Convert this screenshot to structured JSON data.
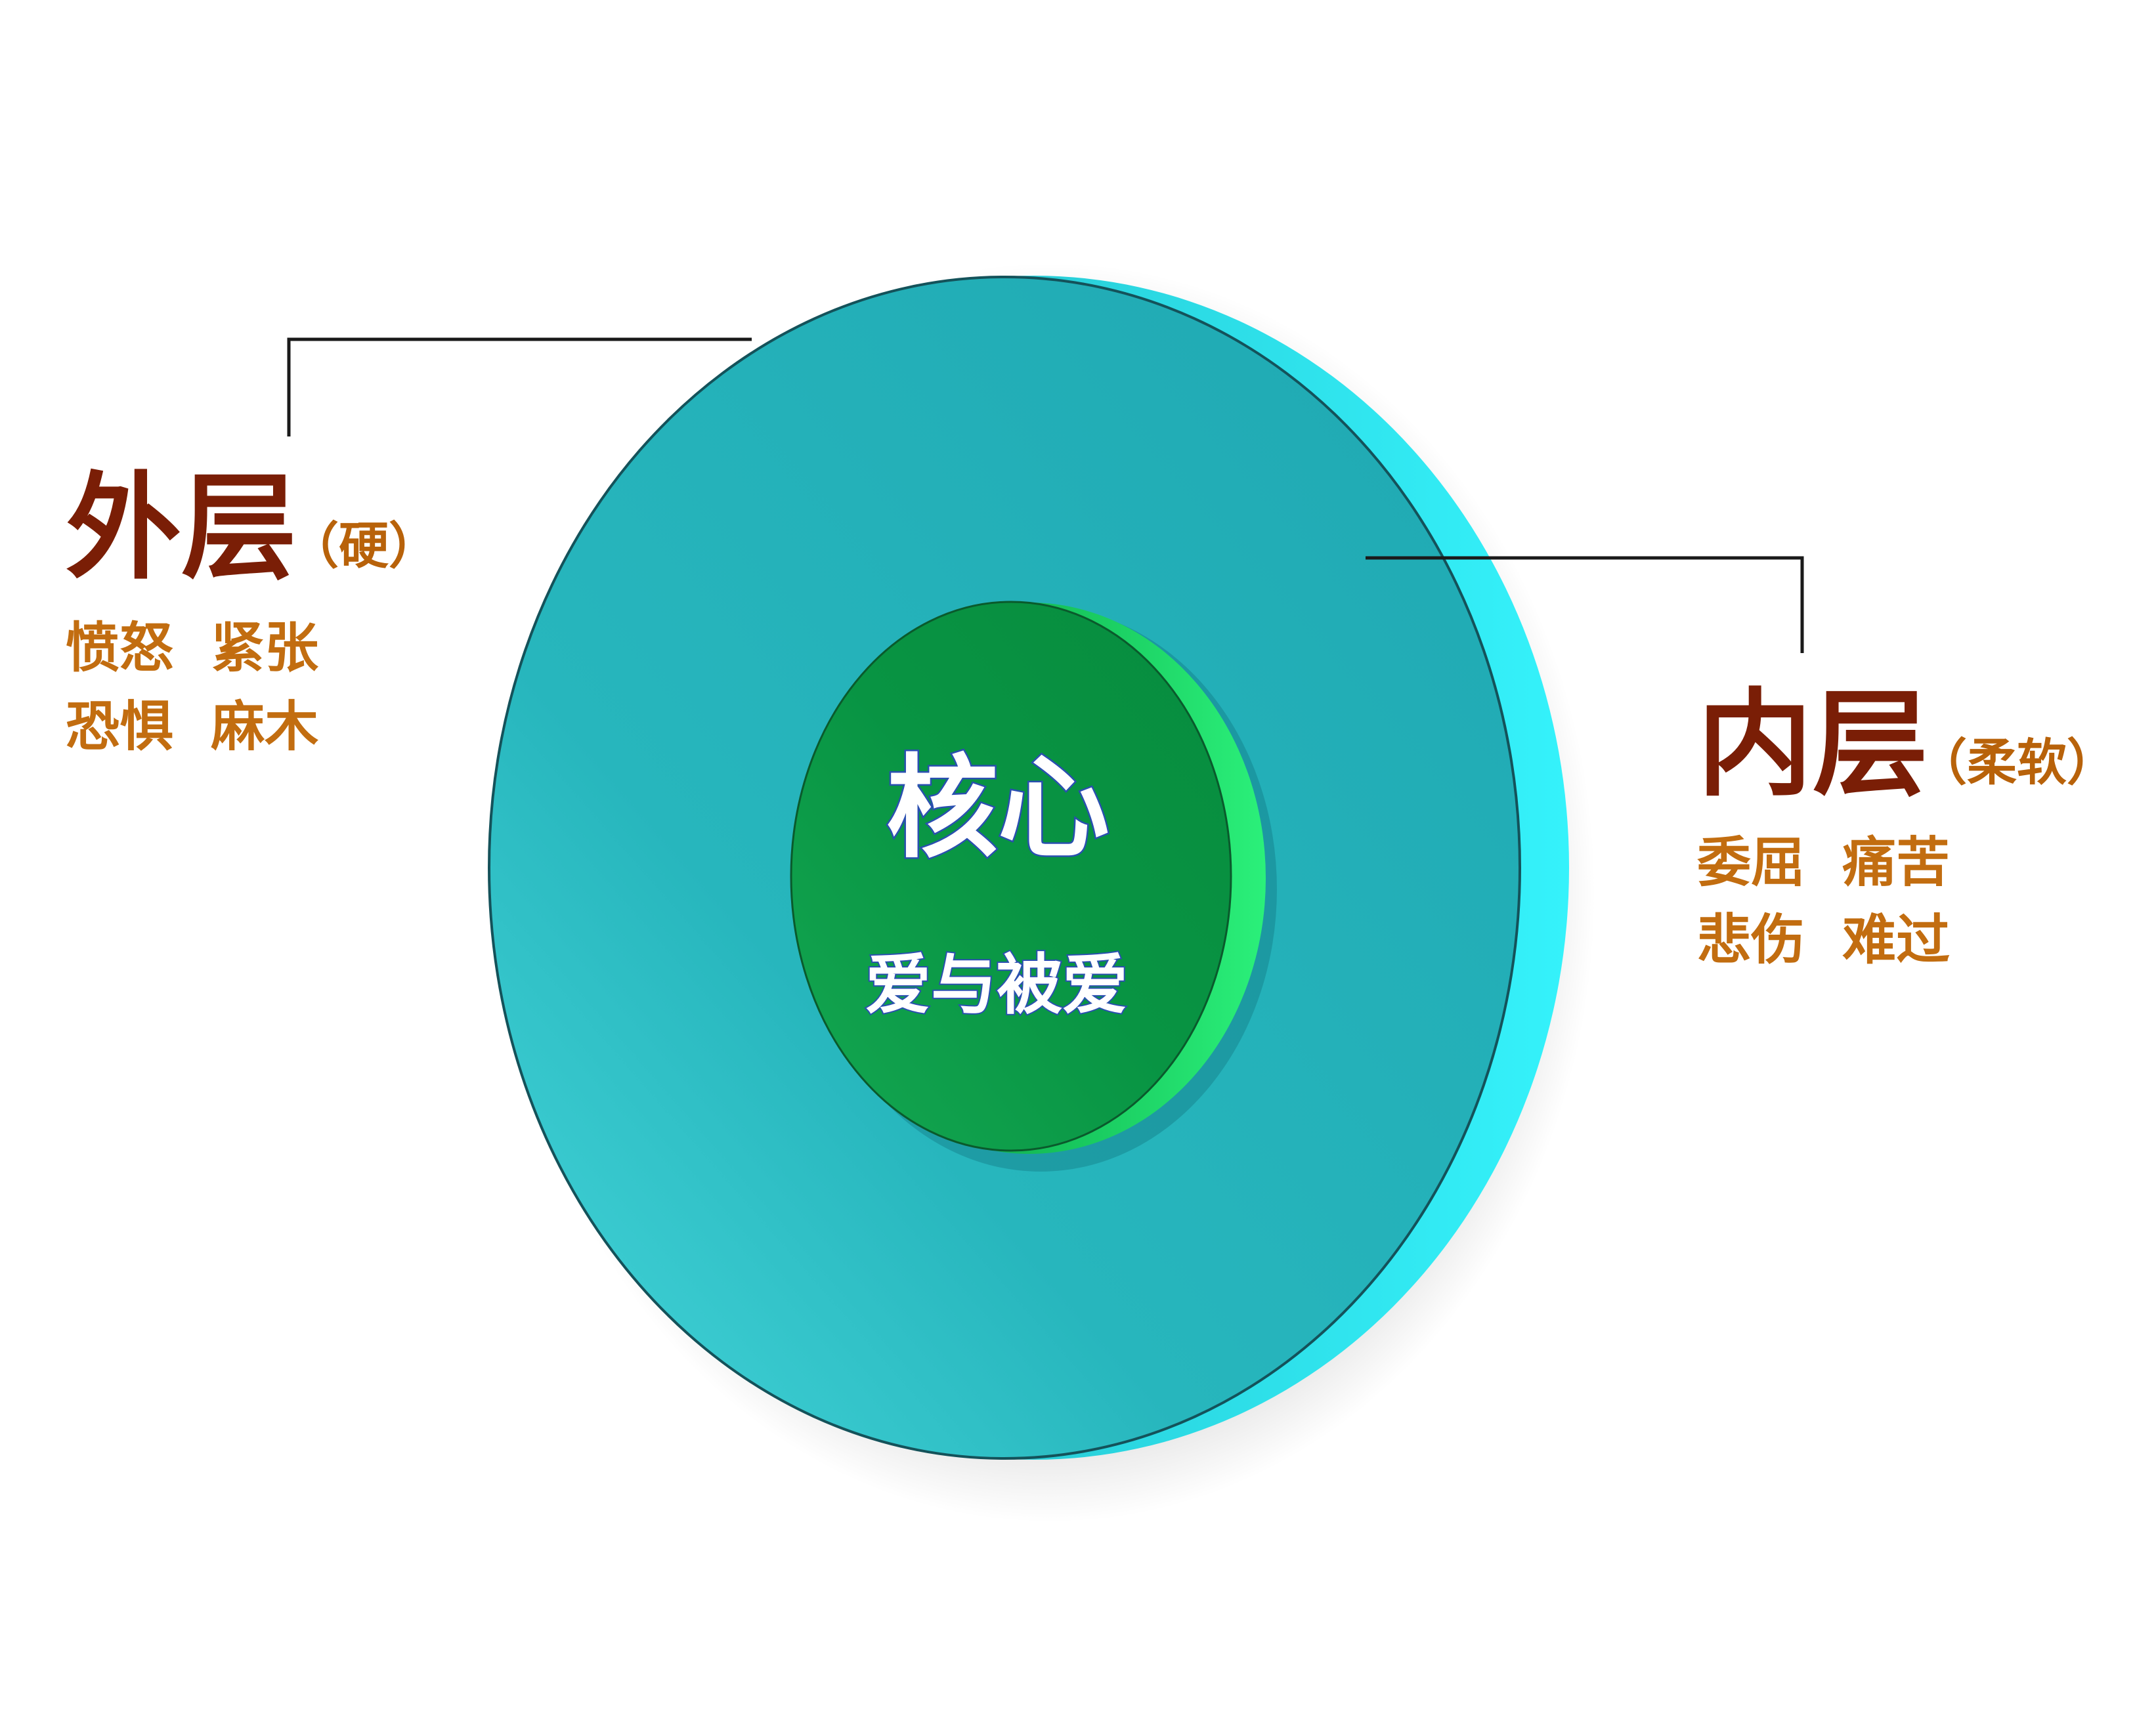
{
  "outer_layer": {
    "title": "外层",
    "note": "（硬）",
    "items_line1": "愤怒  紧张",
    "items_line2": "恐惧  麻木"
  },
  "inner_layer": {
    "title": "内层",
    "note": "（柔软）",
    "items_line1": "委屈  痛苦",
    "items_line2": "悲伤  难过"
  },
  "core": {
    "title": "核心",
    "subtitle": "爱与被爱"
  },
  "colors": {
    "outer_disc": "#22b0b8",
    "outer_disc_light": "#3fd3d8",
    "outer_rim": "#2ee6f0",
    "core_disc": "#0a9a48",
    "core_rim": "#22e070",
    "title_text": "#7a1e06",
    "item_text": "#c26d10"
  }
}
